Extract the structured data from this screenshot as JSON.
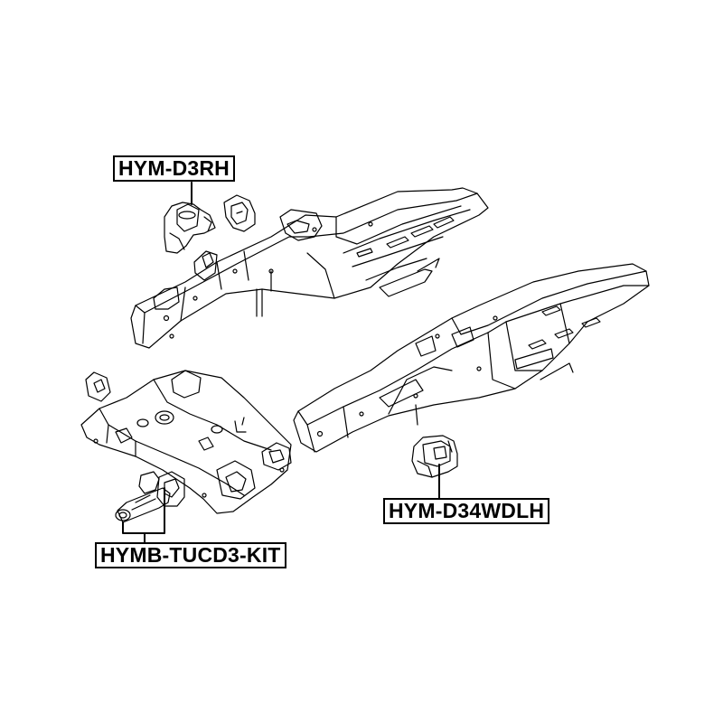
{
  "callouts": {
    "upper_right_mount": {
      "part_number": "HYM-D3RH"
    },
    "lower_left_mount": {
      "part_number": "HYM-D34WDLH"
    },
    "torque_rod_kit": {
      "part_number": "HYMB-TUCD3-KIT"
    }
  },
  "line_color": "#000000",
  "background_color": "#ffffff"
}
